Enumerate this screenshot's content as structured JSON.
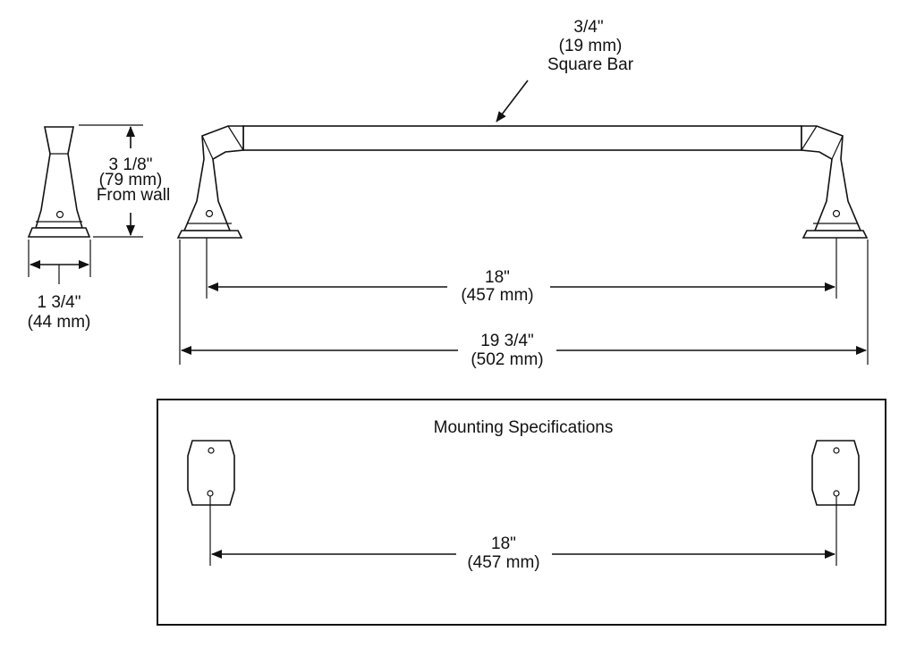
{
  "bar_callout": {
    "size_in": "3/4\"",
    "size_mm": "(19 mm)",
    "desc": "Square Bar"
  },
  "height_dim": {
    "inches": "3 1/8\"",
    "mm": "(79 mm)",
    "note": "From wall"
  },
  "base_width_dim": {
    "inches": "1 3/4\"",
    "mm": "(44 mm)"
  },
  "center_dim": {
    "inches": "18\"",
    "mm": "(457 mm)"
  },
  "overall_dim": {
    "inches": "19 3/4\"",
    "mm": "(502 mm)"
  },
  "mounting": {
    "title": "Mounting Specifications",
    "center_inches": "18\"",
    "center_mm": "(457 mm)"
  }
}
